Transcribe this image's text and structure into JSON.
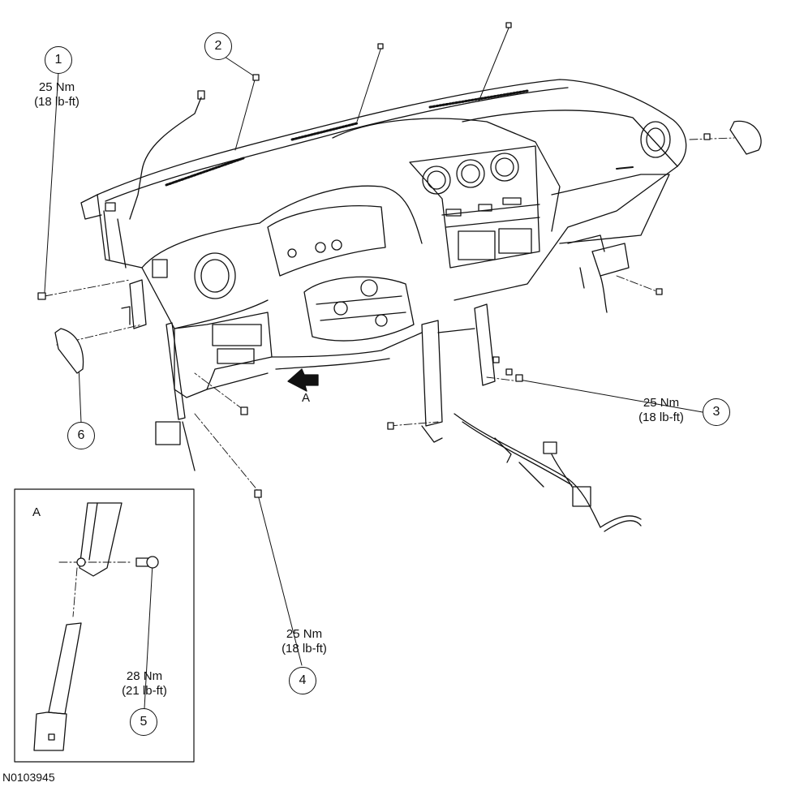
{
  "callouts": [
    {
      "number": "1",
      "torque_nm": "25 Nm",
      "torque_lbft": "(18 lb-ft)"
    },
    {
      "number": "2"
    },
    {
      "number": "3",
      "torque_nm": "25 Nm",
      "torque_lbft": "(18 lb-ft)"
    },
    {
      "number": "4",
      "torque_nm": "25 Nm",
      "torque_lbft": "(18 lb-ft)"
    },
    {
      "number": "5",
      "torque_nm": "28 Nm",
      "torque_lbft": "(21 lb-ft)"
    },
    {
      "number": "6"
    }
  ],
  "view_arrow_label": "A",
  "inset_label": "A",
  "figure_id": "N0103945",
  "colors": {
    "line": "#111111",
    "background": "#ffffff"
  }
}
